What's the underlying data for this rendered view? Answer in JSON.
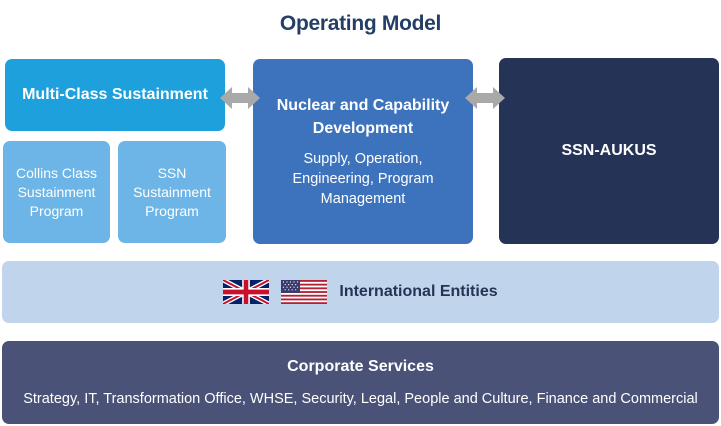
{
  "title": "Operating Model",
  "multi_class": {
    "label": "Multi-Class Sustainment"
  },
  "collins": {
    "label": "Collins Class Sustainment Program"
  },
  "ssn_program": {
    "label": "SSN Sustainment Program"
  },
  "nuclear": {
    "heading": "Nuclear and Capability Development",
    "body": "Supply, Operation, Engineering, Program Management"
  },
  "ssn_aukus": {
    "label": "SSN-AUKUS"
  },
  "international": {
    "label": "International Entities",
    "flags": [
      "uk-flag",
      "us-flag"
    ]
  },
  "corporate": {
    "heading": "Corporate Services",
    "body": "Strategy, IT, Transformation Office, WHSE, Security, Legal, People and Culture, Finance and Commercial"
  },
  "colors": {
    "title": "#243e66",
    "multi_class": "#1ea0dc",
    "sub_programs": "#6cb5e6",
    "nuclear": "#3d73bd",
    "ssn_aukus": "#253456",
    "international": "#c0d4ec",
    "corporate": "#4a5377",
    "arrow": "#a9a9a9"
  }
}
